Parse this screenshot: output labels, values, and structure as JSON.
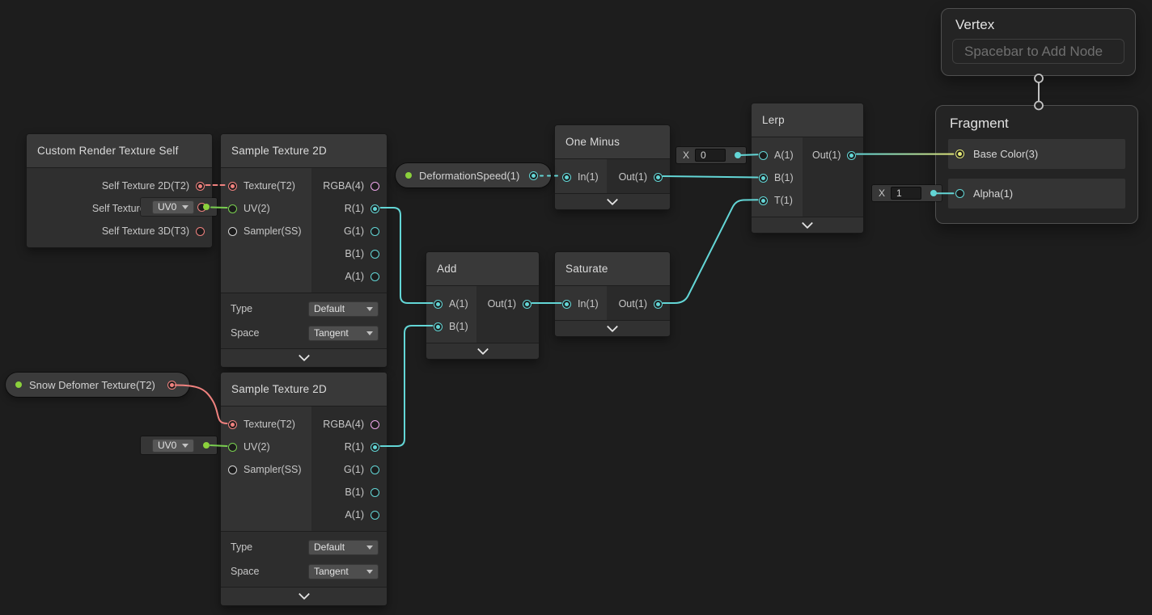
{
  "palette": {
    "canvas_bg": "#1d1d1d",
    "edge_cyan": "#63d6d6",
    "edge_red": "#f0827f",
    "edge_green": "#79cf4f",
    "edge_gradient_end": "#dde277",
    "port_pink": "#efa7eb",
    "port_yellow": "#e6ea78",
    "port_gray": "#d4d4d4",
    "property_dot_green": "#8bd13c",
    "stack_connector": "#c2c2c2"
  },
  "nodes": {
    "custom_render": {
      "title": "Custom Render Texture Self",
      "ports": [
        "Self Texture 2D(T2)",
        "Self Texture Cube(TC)",
        "Self Texture 3D(T3)"
      ]
    },
    "sample1": {
      "title": "Sample Texture 2D",
      "inputs": [
        "Texture(T2)",
        "UV(2)",
        "Sampler(SS)"
      ],
      "outputs": [
        "RGBA(4)",
        "R(1)",
        "G(1)",
        "B(1)",
        "A(1)"
      ],
      "settings": [
        {
          "label": "Type",
          "value": "Default"
        },
        {
          "label": "Space",
          "value": "Tangent"
        }
      ]
    },
    "sample2": {
      "title": "Sample Texture 2D",
      "inputs": [
        "Texture(T2)",
        "UV(2)",
        "Sampler(SS)"
      ],
      "outputs": [
        "RGBA(4)",
        "R(1)",
        "G(1)",
        "B(1)",
        "A(1)"
      ],
      "settings": [
        {
          "label": "Type",
          "value": "Default"
        },
        {
          "label": "Space",
          "value": "Tangent"
        }
      ]
    },
    "one_minus": {
      "title": "One Minus",
      "input": "In(1)",
      "output": "Out(1)"
    },
    "add": {
      "title": "Add",
      "inputs": [
        "A(1)",
        "B(1)"
      ],
      "output": "Out(1)"
    },
    "saturate": {
      "title": "Saturate",
      "input": "In(1)",
      "output": "Out(1)"
    },
    "lerp": {
      "title": "Lerp",
      "inputs": [
        "A(1)",
        "B(1)",
        "T(1)"
      ],
      "output": "Out(1)"
    },
    "vertex": {
      "title": "Vertex",
      "placeholder": "Spacebar to Add Node"
    },
    "fragment": {
      "title": "Fragment",
      "inputs": [
        "Base Color(3)",
        "Alpha(1)"
      ]
    }
  },
  "properties": {
    "deformation_speed": {
      "label": "DeformationSpeed(1)"
    },
    "snow_deformer": {
      "label": "Snow Defomer Texture(T2)"
    }
  },
  "inline_widgets": {
    "uv_sample1": {
      "value": "UV0"
    },
    "uv_sample2": {
      "value": "UV0"
    },
    "lerp_a_default": {
      "label": "X",
      "value": "0"
    },
    "alpha_default": {
      "label": "X",
      "value": "1"
    }
  }
}
